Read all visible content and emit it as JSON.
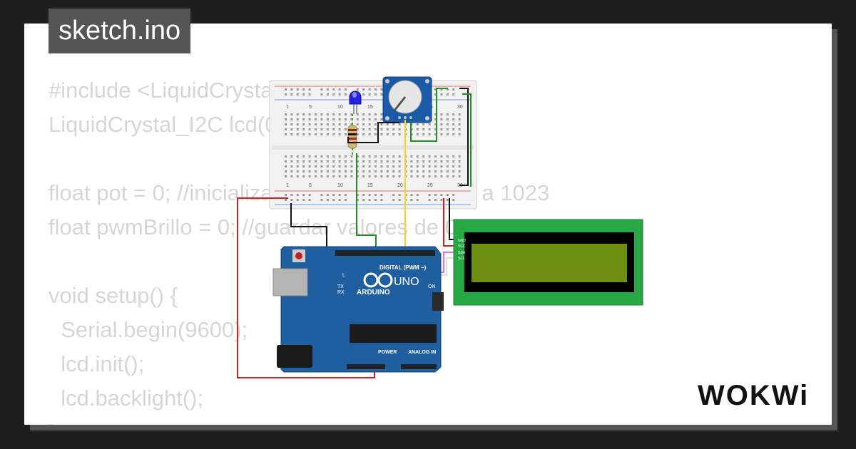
{
  "tab": {
    "title": "sketch.ino"
  },
  "code_lines": [
    "#include <LiquidCrystal_I2C.h>",
    "LiquidCrystal_I2C lcd(0x27, 16, 2);",
    "",
    "float pot = 0; //inicializar potenciometro de 0 a 1023",
    "float pwmBrillo = 0; //guardar valores de 0 a 255",
    "",
    "void setup() {",
    "  Serial.begin(9600);",
    "  lcd.init();",
    "  lcd.backlight();",
    "}"
  ],
  "breadboard": {
    "col_labels_top": [
      "1",
      "5",
      "10",
      "15",
      "20",
      "25",
      "30"
    ],
    "col_labels_bottom": [
      "1",
      "5",
      "10",
      "15",
      "20",
      "25",
      "30"
    ]
  },
  "arduino": {
    "brand": "ARDUINO",
    "model": "UNO",
    "digital_label": "DIGITAL (PWM ~)",
    "analog_label": "ANALOG IN",
    "power_label": "POWER",
    "on_label": "ON",
    "tx_label": "TX",
    "rx_label": "RX",
    "l_label": "L"
  },
  "lcd_pins": [
    "GND",
    "VCC",
    "SDA",
    "SCL"
  ],
  "logo": {
    "text": "WOKWi"
  },
  "colors": {
    "board_blue": "#1f5fa0",
    "lcd_green": "#27a844",
    "lcd_screen": "#6e8f12",
    "wire_red": "#d42020",
    "wire_green": "#1f8f1f",
    "wire_black": "#111111",
    "wire_yellow": "#ffd21a",
    "wire_pink": "#e070e0"
  }
}
